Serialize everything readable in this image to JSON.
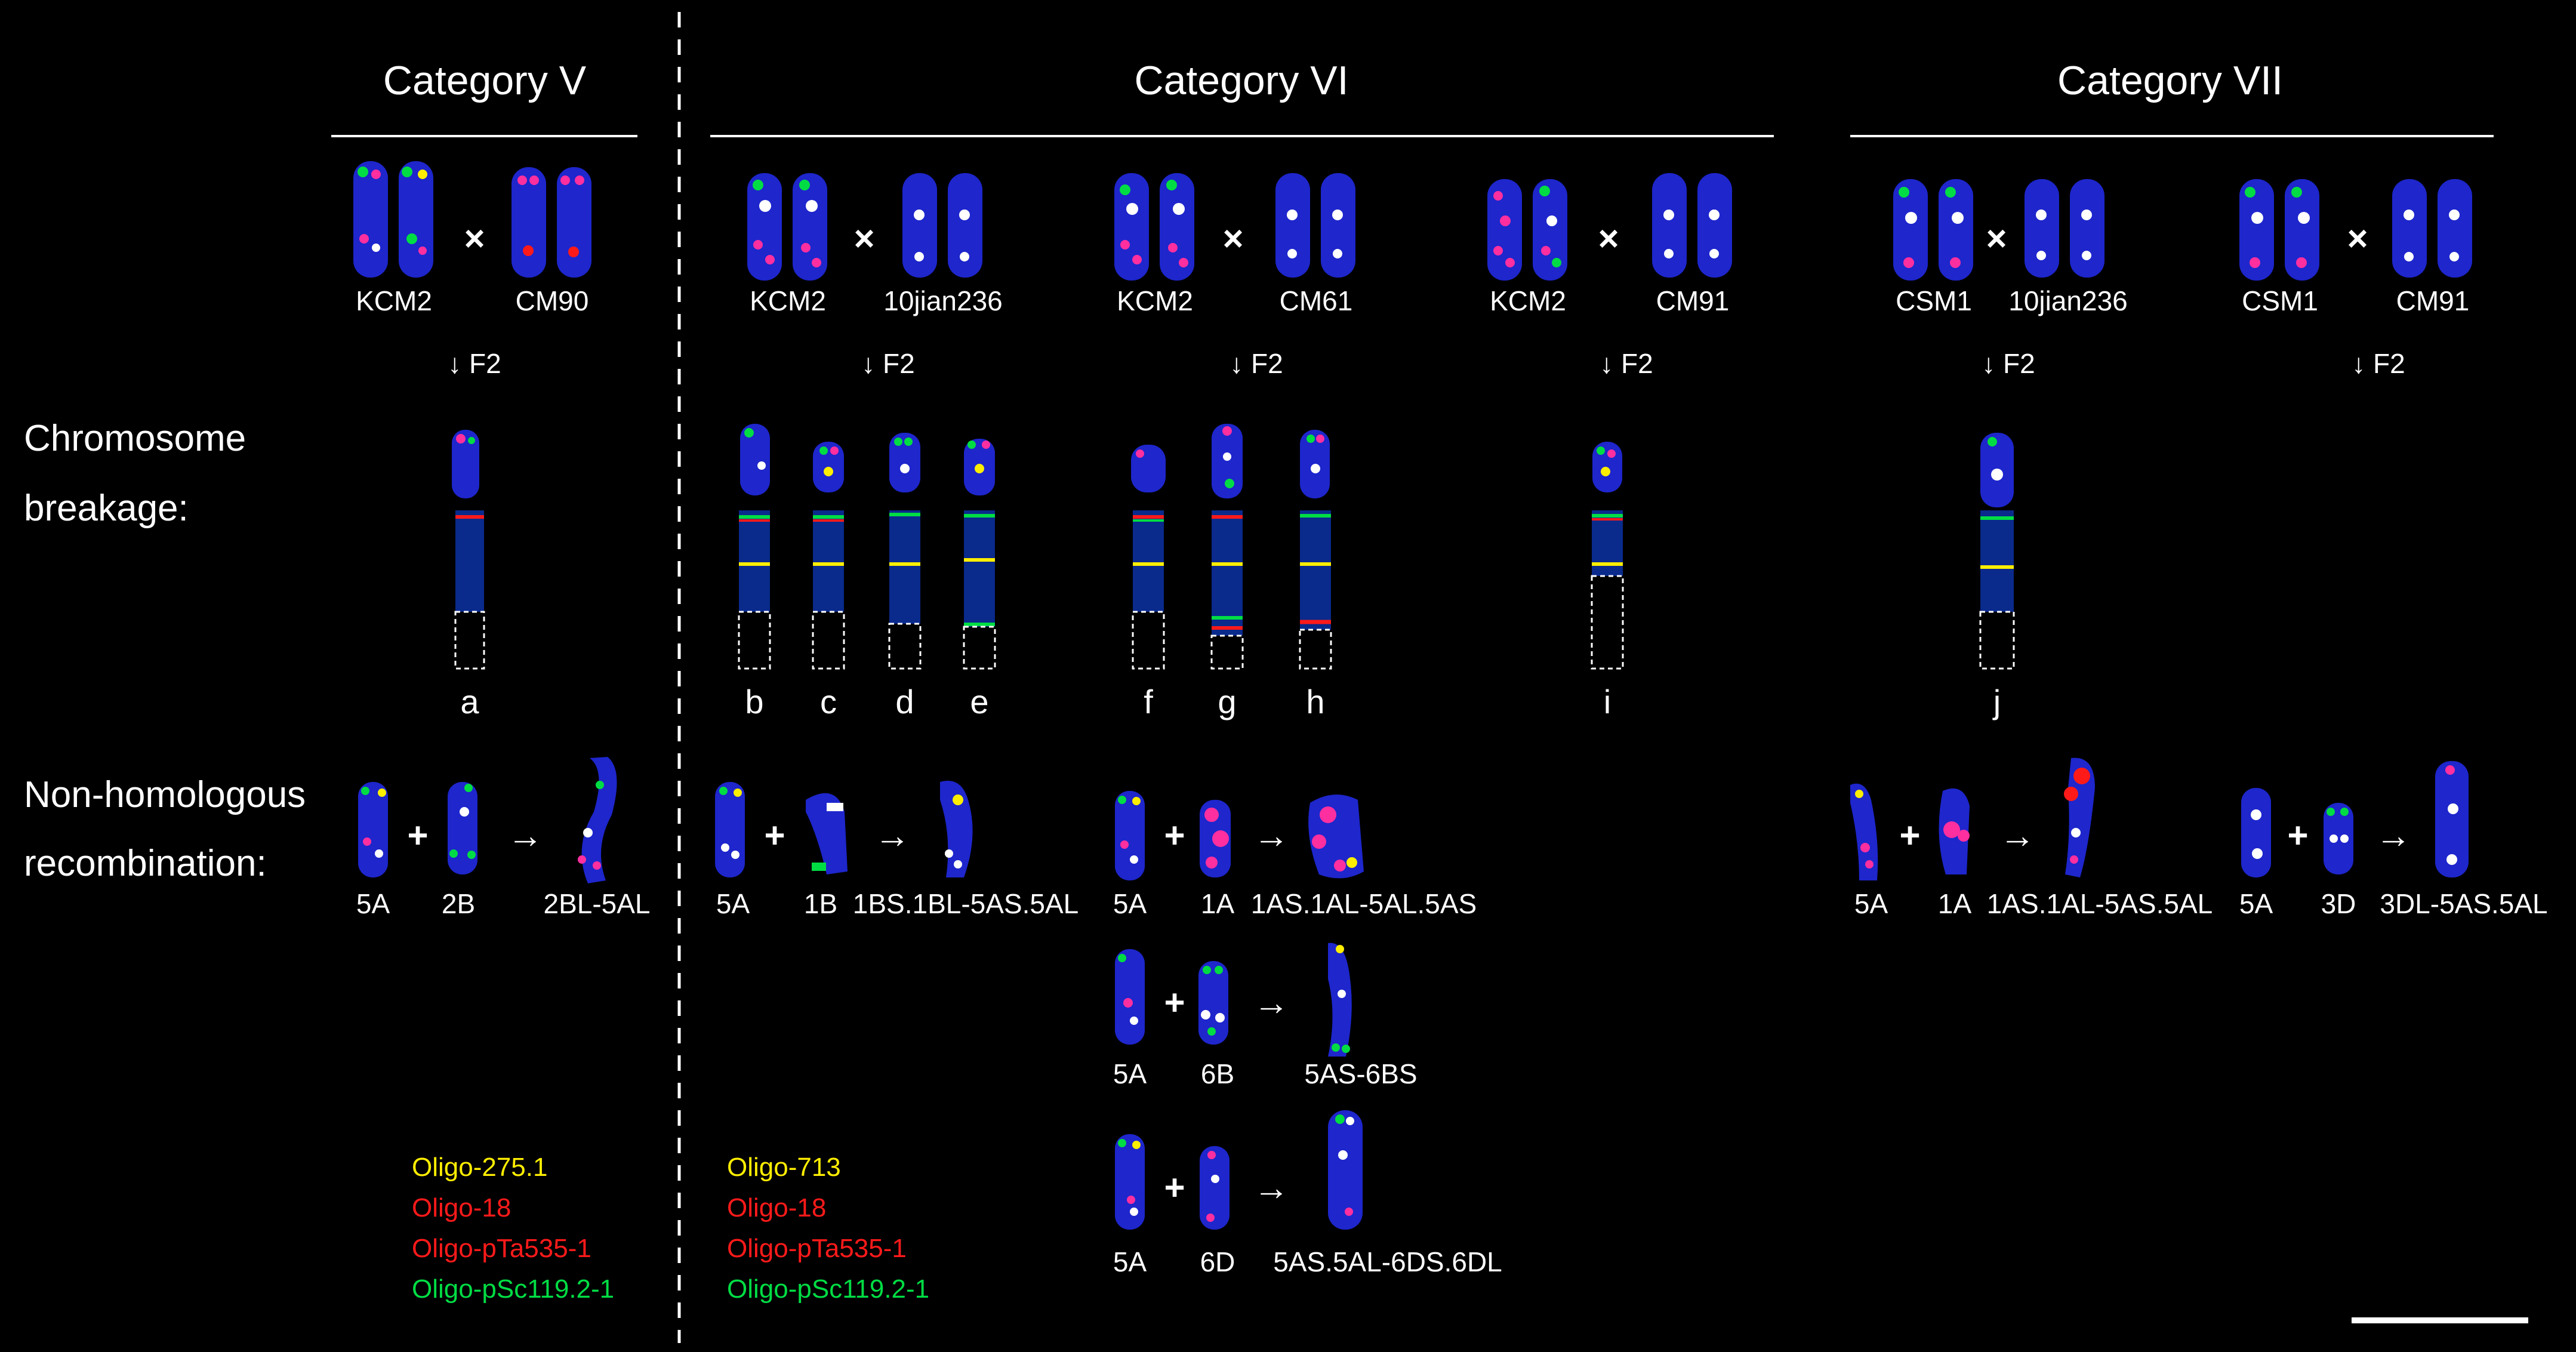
{
  "categories": [
    "Category V",
    "Category VI",
    "Category VII"
  ],
  "row_labels": {
    "breakage_line1": "Chromosome",
    "breakage_line2": "breakage:",
    "recomb_line1": "Non-homologous",
    "recomb_line2": "recombination:"
  },
  "symbols": {
    "cross": "×",
    "plus": "+",
    "arrow": "→",
    "down": "↓ F2"
  },
  "crosses": [
    {
      "p1": "KCM2",
      "p2": "CM90"
    },
    {
      "p1": "KCM2",
      "p2": "10jian236"
    },
    {
      "p1": "KCM2",
      "p2": "CM61"
    },
    {
      "p1": "KCM2",
      "p2": "CM91"
    },
    {
      "p1": "CSM1",
      "p2": "10jian236"
    },
    {
      "p1": "CSM1",
      "p2": "CM91"
    }
  ],
  "breakage_letters": [
    "a",
    "b",
    "c",
    "d",
    "e",
    "f",
    "g",
    "h",
    "i",
    "j"
  ],
  "recombinations": [
    {
      "a": "5A",
      "b": "2B",
      "r": "2BL-5AL"
    },
    {
      "a": "5A",
      "b": "1B",
      "r": "1BS.1BL-5AS.5AL"
    },
    {
      "a": "5A",
      "b": "1A",
      "r": "1AS.1AL-5AL.5AS"
    },
    {
      "a": "5A",
      "b": "6B",
      "r": "5AS-6BS"
    },
    {
      "a": "5A",
      "b": "6D",
      "r": "5AS.5AL-6DS.6DL"
    },
    {
      "a": "5A",
      "b": "1A",
      "r": "1AS.1AL-5AS.5AL"
    },
    {
      "a": "5A",
      "b": "3D",
      "r": "3DL-5AS.5AL"
    }
  ],
  "legend_left": [
    "Oligo-275.1",
    "Oligo-18",
    "Oligo-pTa535-1",
    "Oligo-pSc119.2-1"
  ],
  "legend_right": [
    "Oligo-713",
    "Oligo-18",
    "Oligo-pTa535-1",
    "Oligo-pSc119.2-1"
  ],
  "colors": {
    "background": "#000000",
    "chromosome": "#1e26cc",
    "ideogram": "#0a2a8c",
    "yellow_probe": "#ffee00",
    "red_probe": "#ff1a1a",
    "green_probe": "#00dd44",
    "white_band": "#ffffff",
    "magenta_probe": "#ff2fa0"
  }
}
